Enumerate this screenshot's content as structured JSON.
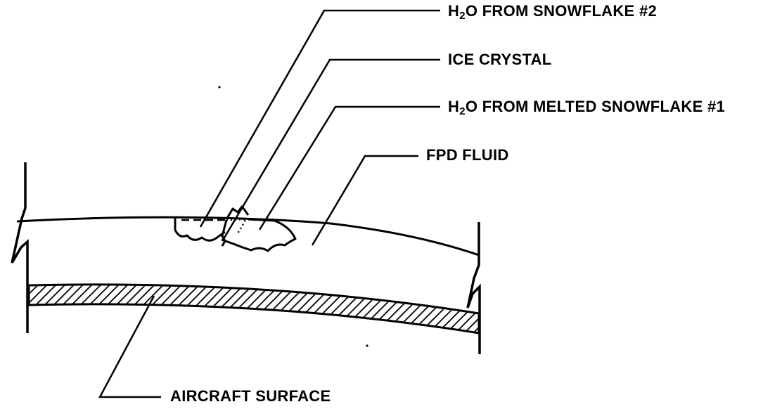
{
  "callouts": {
    "snowflake2": {
      "prefix": "H",
      "subscript": "2",
      "suffix": "O FROM SNOWFLAKE #2"
    },
    "ice_crystal": {
      "text": "ICE CRYSTAL"
    },
    "melted_snowflake1": {
      "prefix": "H",
      "subscript": "2",
      "suffix": "O FROM MELTED SNOWFLAKE #1"
    },
    "fpd_fluid": {
      "text": "FPD FLUID"
    },
    "aircraft_surface": {
      "text": "AIRCRAFT SURFACE"
    }
  },
  "colors": {
    "ink": "#000000",
    "background": "#ffffff"
  }
}
